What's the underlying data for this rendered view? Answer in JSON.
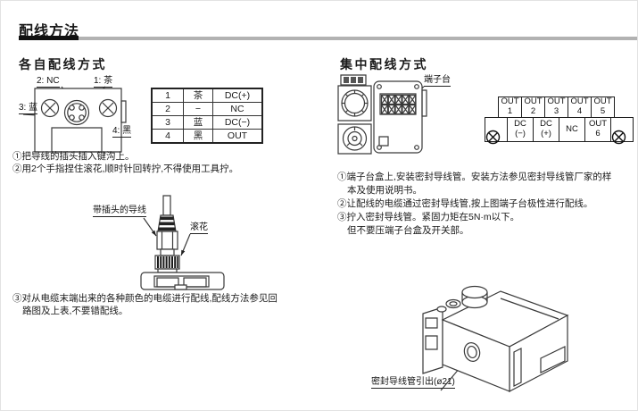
{
  "page": {
    "title": "配线方法"
  },
  "colors": {
    "accent_bar_black": "#111111",
    "accent_bar_gray": "#b2b2b2",
    "line": "#3a3a3a"
  },
  "icons": {
    "terminal_screw": "circle-x-screw",
    "corner_screw": "circle-x-screw"
  },
  "left": {
    "heading": "各自配线方式",
    "connector": {
      "pin2": "2: NC",
      "pin1": "1: 茶",
      "pin3": "3: 蓝",
      "pin4": "4: 黑"
    },
    "pin_table": {
      "rows": [
        {
          "no": "1",
          "color": "茶",
          "func": "DC(+)"
        },
        {
          "no": "2",
          "color": "−",
          "func": "NC"
        },
        {
          "no": "3",
          "color": "蓝",
          "func": "DC(−)"
        },
        {
          "no": "4",
          "color": "黑",
          "func": "OUT"
        }
      ]
    },
    "step1": "①把导线的插头插入键沟上。",
    "step2": "②用2个手指捏住滚花,顺时针回转拧,不得使用工具拧。",
    "cable": {
      "plug_label": "带插头的导线",
      "knurl_label": "滚花"
    },
    "step3_line1": "③对从电缆末端出来的各种颜色的电缆进行配线,配线方法参见回",
    "step3_line2": "路图及上表,不要错配线。"
  },
  "right": {
    "heading": "集中配线方式",
    "terminal_label": "端子台",
    "table": {
      "top_row": [
        {
          "l1": "OUT",
          "l2": "1"
        },
        {
          "l1": "OUT",
          "l2": "2"
        },
        {
          "l1": "OUT",
          "l2": "3"
        },
        {
          "l1": "OUT",
          "l2": "4"
        },
        {
          "l1": "OUT",
          "l2": "5"
        }
      ],
      "bottom_row": [
        {
          "l1": "DC",
          "l2": "(−)"
        },
        {
          "l1": "DC",
          "l2": "(+)"
        },
        {
          "l1": "NC",
          "l2": ""
        },
        {
          "l1": "OUT",
          "l2": "6"
        }
      ]
    },
    "step1_line1": "①端子台盒上,安装密封导线管。安装方法参见密封导线管厂家的样",
    "step1_line2": "本及使用说明书。",
    "step2": "②让配线的电缆通过密封导线管,按上图端子台极性进行配线。",
    "step3": "③拧入密封导线管。紧固力矩在5N·m以下。",
    "step3_sub": "但不要压端子台盒及开关部。",
    "conduit_label": "密封导线管引出(ø21)"
  }
}
